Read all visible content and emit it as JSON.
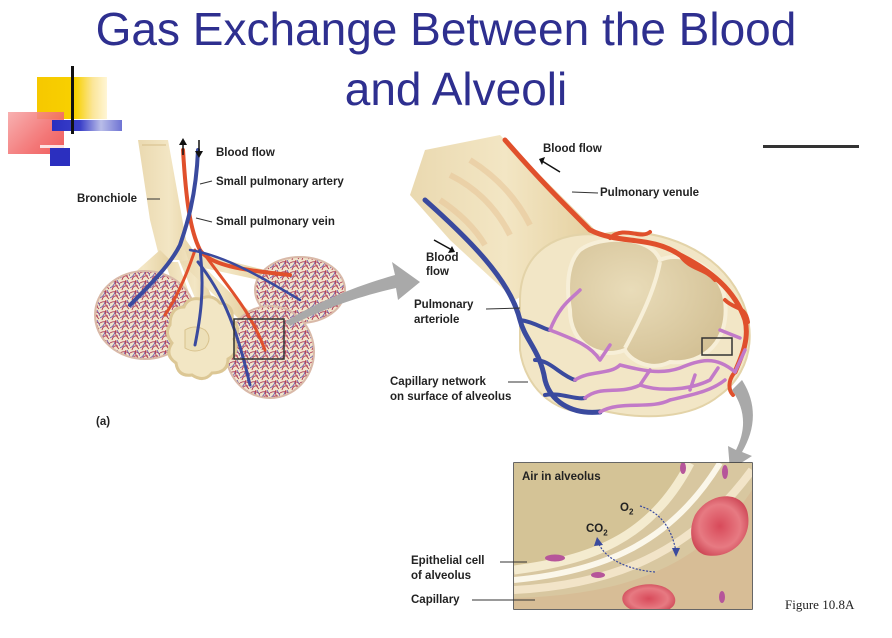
{
  "slide": {
    "title_line1": "Gas Exchange Between the Blood",
    "title_line2": "and Alveoli",
    "title_color": "#2e2f8f",
    "figure_caption": "Figure 10.8A"
  },
  "panel_a": {
    "panel_label": "(a)",
    "labels": {
      "blood_flow": "Blood flow",
      "small_pulmonary_artery": "Small pulmonary artery",
      "bronchiole": "Bronchiole",
      "small_pulmonary_vein": "Small pulmonary vein"
    }
  },
  "panel_alveolus": {
    "labels": {
      "blood_flow_top": "Blood flow",
      "pulmonary_venule": "Pulmonary venule",
      "blood_flow_left_1": "Blood",
      "blood_flow_left_2": "flow",
      "pulmonary_arteriole_1": "Pulmonary",
      "pulmonary_arteriole_2": "arteriole",
      "capillary_network_1": "Capillary network",
      "capillary_network_2": "on surface of alveolus"
    }
  },
  "panel_detail": {
    "labels": {
      "air_in_alveolus": "Air in alveolus",
      "o2": "O",
      "o2_sub": "2",
      "co2": "CO",
      "co2_sub": "2",
      "epithelial_1": "Epithelial cell",
      "epithelial_2": "of alveolus",
      "capillary": "Capillary"
    }
  },
  "colors": {
    "artery_red": "#e0502c",
    "vein_blue": "#3a4a9e",
    "capillary_purple": "#c27ac8",
    "tissue_tan": "#efe2bf",
    "alveolus_inner": "#dccca5",
    "arrow_gray": "#a9a9a9"
  }
}
